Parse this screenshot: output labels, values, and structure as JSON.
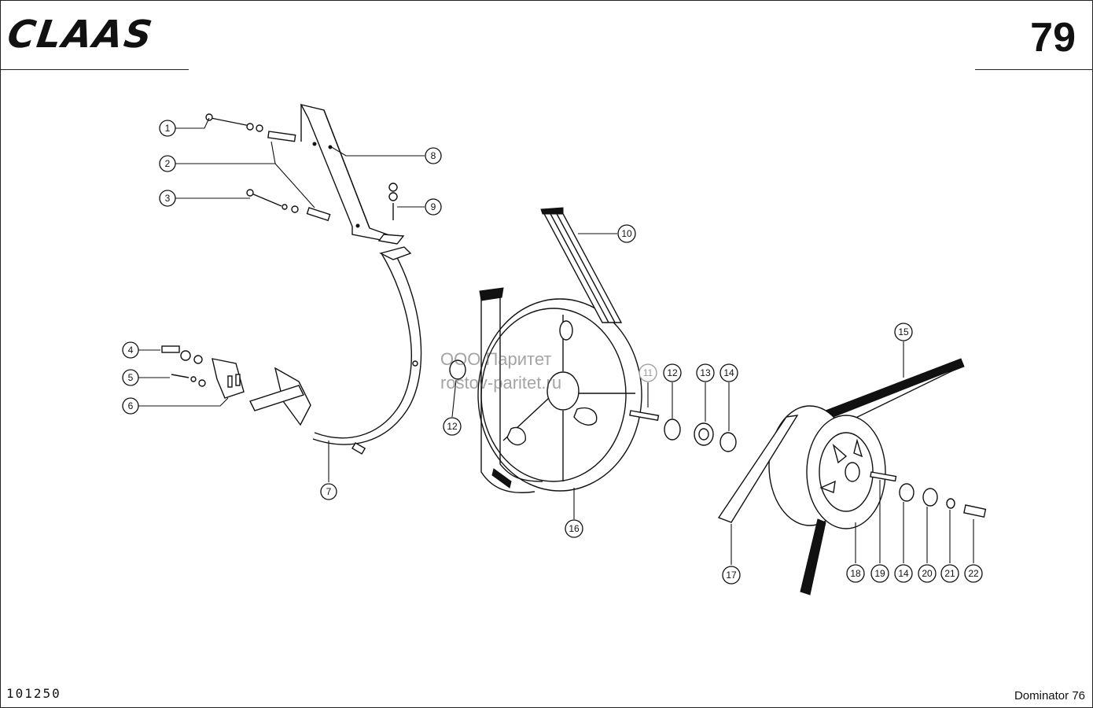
{
  "brand": {
    "logo_text": "CLAAS"
  },
  "page_number": "79",
  "doc_code": "101250",
  "model": "Dominator 76",
  "watermark": {
    "line1": "ООО Паритет",
    "line2": "rostov-paritet.ru"
  },
  "callouts": [
    "1",
    "2",
    "3",
    "4",
    "5",
    "6",
    "7",
    "8",
    "9",
    "10",
    "11",
    "12",
    "13",
    "14",
    "15",
    "16",
    "17",
    "18",
    "19",
    "20",
    "21",
    "22"
  ]
}
